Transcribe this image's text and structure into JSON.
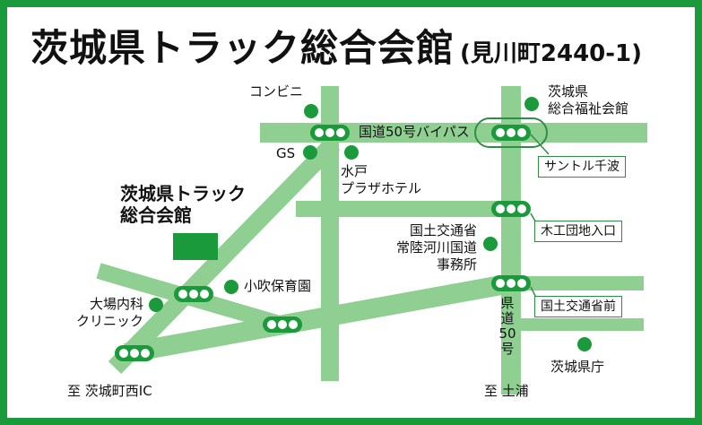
{
  "title": {
    "main": "茨城県トラック総合会館",
    "address": "(見川町2440-1)"
  },
  "colors": {
    "frame": "#1a9a3a",
    "road": "#8fcf92",
    "marker": "#1a9a3a",
    "signal_box": "#2e8f44"
  },
  "destination": {
    "name_line1": "茨城県トラック",
    "name_line2": "総合会館"
  },
  "landmarks": {
    "conveni": "コンビニ",
    "gs": "GS",
    "mito_line1": "水戸",
    "mito_line2": "プラザホテル",
    "fukushi_line1": "茨城県",
    "fukushi_line2": "総合福祉会館",
    "kokudo_line1": "国土交通省",
    "kokudo_line2": "常陸河川国道",
    "kokudo_line3": "事務所",
    "hoikuen": "小吹保育園",
    "clinic_line1": "大場内科",
    "clinic_line2": "クリニック",
    "kencho": "茨城県庁"
  },
  "roads": {
    "bypass": "国道50号バイパス",
    "route50": [
      "県",
      "道",
      "50",
      "号"
    ],
    "to_ibarakimachi": "至 茨城町西IC",
    "to_tsuchiura": "至 土浦"
  },
  "intersections": {
    "santoru": "サントル千波",
    "mokko": "木工団地入口",
    "kokudo_mae": "国土交通省前"
  }
}
